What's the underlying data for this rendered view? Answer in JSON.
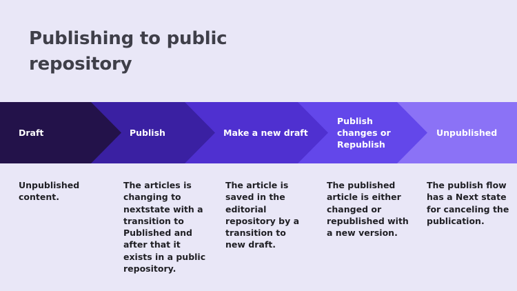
{
  "title": "Publishing to public\nrepository",
  "stages": [
    {
      "label": "Draft",
      "color": "#23124a",
      "description": "Unpublished\ncontent."
    },
    {
      "label": "Publish",
      "color": "#3a20a2",
      "description": "The articles is\nchanging to\nnextstate with a\ntransition to\nPublished and\nafter that it\nexists in a public\nrepository."
    },
    {
      "label": "Make a new draft",
      "color": "#4f30d0",
      "description": "The article is\nsaved in the\neditorial\nrepository by a\ntransition to\nnew draft."
    },
    {
      "label": "Publish\nchanges or\nRepublish",
      "color": "#6347ea",
      "description": "The published\narticle is either\nchanged or\nrepublished with\na new version."
    },
    {
      "label": "Unpublished",
      "color": "#8b72f6",
      "description": "The publish flow\nhas a Next state\nfor canceling the\npublication."
    }
  ]
}
